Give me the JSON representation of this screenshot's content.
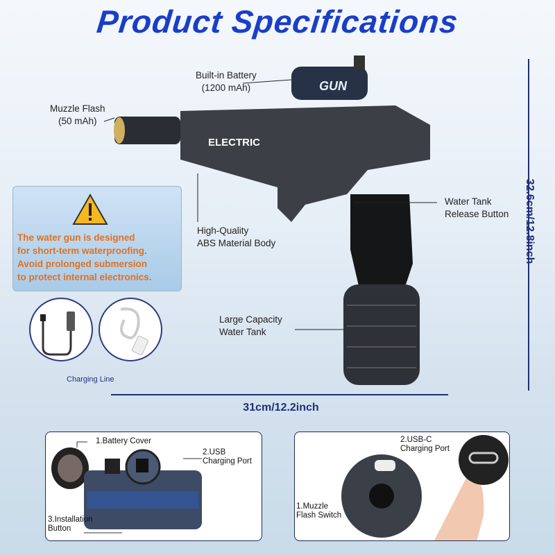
{
  "title": "Product Specifications",
  "callouts": {
    "battery": "Built-in Battery",
    "battery_cap": "(1200 mAh)",
    "muzzle": "Muzzle Flash",
    "muzzle_cap": "(50 mAh)",
    "body1": "High-Quality",
    "body2": "ABS Material Body",
    "release1": "Water Tank",
    "release2": "Release Button",
    "tank1": "Large Capacity",
    "tank2": "Water Tank"
  },
  "gun_marks": {
    "scope": "GUN",
    "body": "ELECTRIC"
  },
  "dimensions": {
    "height": "32.6cm/12.8inch",
    "width": "31cm/12.2inch"
  },
  "warning": {
    "line1": "The water gun is designed",
    "line2": "for short-term waterproofing.",
    "line3": "Avoid prolonged submersion",
    "line4": "to protect internal electronics."
  },
  "charging_label": "Charging Line",
  "panel_left": {
    "p1": "1.Battery Cover",
    "p2a": "2.USB",
    "p2b": "Charging Port",
    "p3a": "3.Installation",
    "p3b": "Button"
  },
  "panel_right": {
    "p2a": "2.USB-C",
    "p2b": "Charging Port",
    "p1a": "1.Muzzle",
    "p1b": "Flash Switch"
  }
}
